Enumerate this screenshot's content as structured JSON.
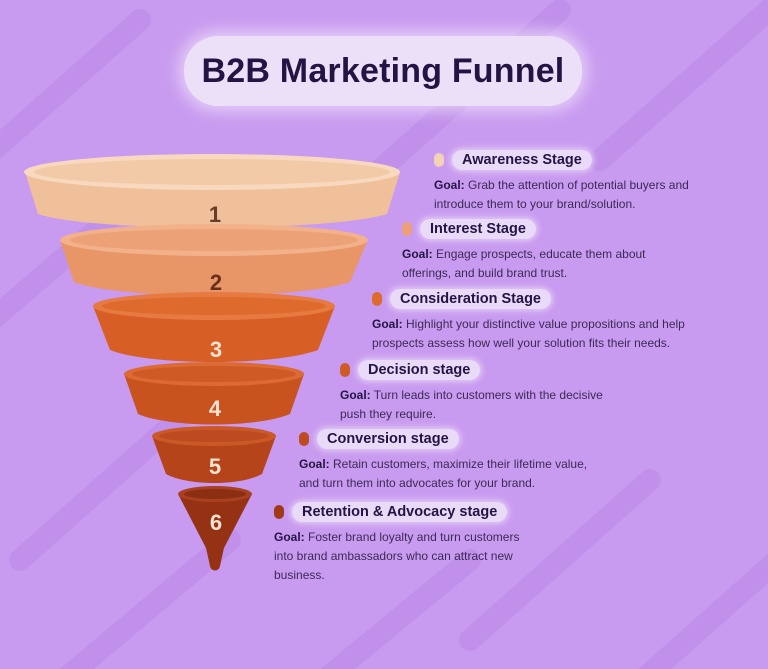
{
  "title": "B2B Marketing Funnel",
  "goal_label": "Goal:",
  "stages": [
    {
      "number": "1",
      "name": "Awareness Stage",
      "goal_lines": [
        "Grab the attention of potential buyers and",
        "introduce them to your brand/solution."
      ],
      "color": "#f3c9a6"
    },
    {
      "number": "2",
      "name": "Interest Stage",
      "goal_lines": [
        "Engage prospects, educate them about",
        "offerings, and build brand trust."
      ],
      "color": "#eb9f73"
    },
    {
      "number": "3",
      "name": "Consideration Stage",
      "goal_lines": [
        "Highlight your distinctive value propositions and help",
        "prospects assess how well your solution fits their needs."
      ],
      "color": "#de6a2e"
    },
    {
      "number": "4",
      "name": "Decision stage",
      "goal_lines": [
        "Turn leads into customers with the decisive",
        "push they require."
      ],
      "color": "#cf5a26"
    },
    {
      "number": "5",
      "name": "Conversion stage",
      "goal_lines": [
        "Retain customers, maximize their lifetime value,",
        "and turn them into advocates for your brand."
      ],
      "color": "#bd4a20"
    },
    {
      "number": "6",
      "name": "Retention &  Advocacy stage",
      "goal_lines": [
        "Foster brand loyalty and turn customers",
        "into brand ambassadors who can attract new",
        "business."
      ],
      "color": "#9e3a18"
    }
  ]
}
